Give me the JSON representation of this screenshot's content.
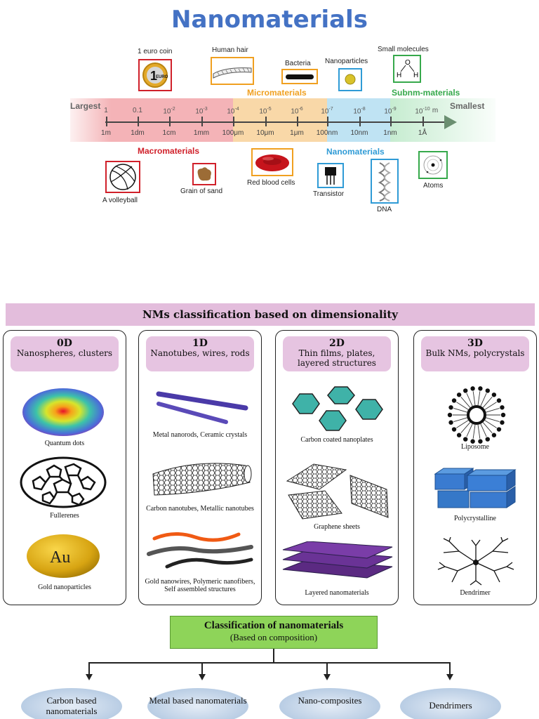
{
  "title": "Nanomaterials",
  "scale": {
    "largest": "Largest",
    "smallest": "Smallest",
    "top_ticks": [
      {
        "base": "1",
        "exp": ""
      },
      {
        "base": "0.1",
        "exp": ""
      },
      {
        "base": "10",
        "exp": "-2"
      },
      {
        "base": "10",
        "exp": "-3"
      },
      {
        "base": "10",
        "exp": "-4"
      },
      {
        "base": "10",
        "exp": "-5"
      },
      {
        "base": "10",
        "exp": "-6"
      },
      {
        "base": "10",
        "exp": "-7"
      },
      {
        "base": "10",
        "exp": "-8"
      },
      {
        "base": "10",
        "exp": "-9"
      },
      {
        "base": "10",
        "exp": "-10"
      }
    ],
    "unit_m": "m",
    "bottom_ticks": [
      "1m",
      "1dm",
      "1cm",
      "1mm",
      "100μm",
      "10μm",
      "1μm",
      "100nm",
      "10nm",
      "1nm",
      "1Å"
    ],
    "regions": {
      "macro": "Macromaterials",
      "micro": "Micromaterials",
      "nano": "Nanomaterials",
      "subnm": "Subnm-materials"
    },
    "items_top": {
      "euro": "1 euro coin",
      "euro_text": "EURO",
      "euro_num": "1",
      "hair": "Human hair",
      "bacteria": "Bacteria",
      "nanoparticles": "Nanoparticles",
      "molecules": "Small molecules",
      "h_atom": "H",
      "o_atom": "O"
    },
    "items_bottom": {
      "volleyball": "A volleyball",
      "sand": "Grain of sand",
      "rbc": "Red blood cells",
      "transistor": "Transistor",
      "dna": "DNA",
      "atoms": "Atoms"
    },
    "colors": {
      "macro": "#d0202a",
      "micro": "#f0a020",
      "nano": "#2f9bd6",
      "subnm": "#36a94b"
    }
  },
  "dimensionality": {
    "header": "NMs classification based on dimensionality",
    "columns": [
      {
        "dim": "0D",
        "desc": "Nanospheres, clusters",
        "captions": [
          "Quantum dots",
          "Fullerenes",
          "Gold nanoparticles"
        ],
        "au": "Au"
      },
      {
        "dim": "1D",
        "desc": "Nanotubes, wires, rods",
        "captions": [
          "Metal nanorods, Ceramic crystals",
          "Carbon nanotubes, Metallic nanotubes",
          "Gold nanowires, Polymeric nanofibers, Self assembled structures"
        ]
      },
      {
        "dim": "2D",
        "desc": "Thin films, plates, layered structures",
        "captions": [
          "Carbon coated nanoplates",
          "Graphene sheets",
          "Layered nanomaterials"
        ]
      },
      {
        "dim": "3D",
        "desc": "Bulk NMs, polycrystals",
        "captions": [
          "Liposome",
          "Polycrystalline",
          "Dendrimer"
        ]
      }
    ]
  },
  "composition": {
    "title": "Classification of nanomaterials",
    "subtitle": "(Based on composition)",
    "categories": [
      "Carbon based nanomaterials",
      "Metal based nanomaterials",
      "Nano-composites",
      "Dendrimers"
    ]
  }
}
